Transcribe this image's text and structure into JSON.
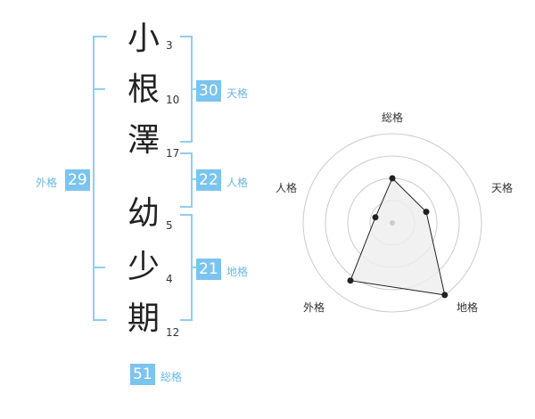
{
  "name_chars": [
    {
      "char": "小",
      "strokes": "3"
    },
    {
      "char": "根",
      "strokes": "10"
    },
    {
      "char": "澤",
      "strokes": "17"
    },
    {
      "char": "幼",
      "strokes": "5"
    },
    {
      "char": "少",
      "strokes": "4"
    },
    {
      "char": "期",
      "strokes": "12"
    }
  ],
  "scores": {
    "tenkaku": {
      "value": "30",
      "label": "天格"
    },
    "jinkaku": {
      "value": "22",
      "label": "人格"
    },
    "chikaku": {
      "value": "21",
      "label": "地格"
    },
    "gaikaku": {
      "value": "29",
      "label": "外格"
    },
    "soukaku": {
      "value": "51",
      "label": "総格"
    }
  },
  "chart_data": {
    "type": "radar",
    "axes": [
      "総格",
      "天格",
      "地格",
      "外格",
      "人格"
    ],
    "values": [
      0.5,
      0.4,
      1.0,
      0.8,
      0.2
    ],
    "max": 1.0,
    "rings": 4,
    "colors": {
      "fill": "#eeeeee",
      "line": "#222222",
      "ring": "#cccccc",
      "point": "#222222",
      "center": "#cccccc"
    }
  }
}
